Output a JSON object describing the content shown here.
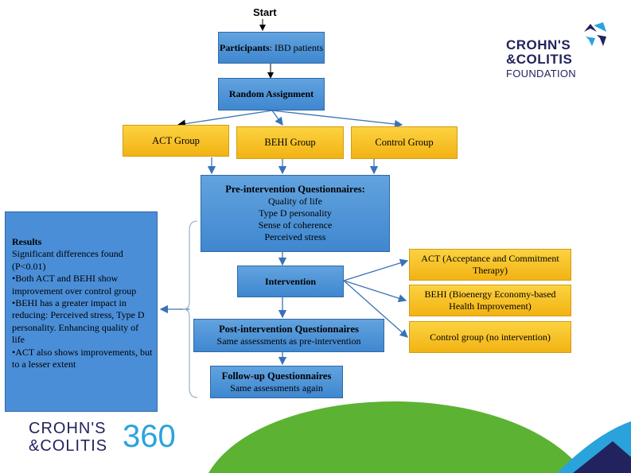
{
  "start": "Start",
  "participants": {
    "label": "Participants",
    "text": ": IBD patients"
  },
  "random_assignment": "Random Assignment",
  "groups": [
    "ACT Group",
    "BEHI Group",
    "Control Group"
  ],
  "pre": {
    "title": "Pre-intervention Questionnaires:",
    "items": [
      "Quality of life",
      "Type D personality",
      "Sense of coherence",
      "Perceived stress"
    ]
  },
  "intervention": "Intervention",
  "intervention_types": [
    "ACT (Acceptance and Commitment Therapy)",
    "BEHI (Bioenergy Economy-based Health Improvement)",
    "Control group (no intervention)"
  ],
  "post": {
    "title": "Post-intervention Questionnaires",
    "text": "Same assessments as pre-intervention"
  },
  "followup": {
    "title": "Follow-up Questionnaires",
    "text": "Same assessments again"
  },
  "results": {
    "title": "Results",
    "lines": [
      "Significant differences found (P<0.01)",
      "•Both ACT and BEHI show improvement over  control group",
      "•BEHI has a greater impact in reducing: Perceived stress, Type D personality. Enhancing quality of life",
      "•ACT also shows improvements, but to a lesser extent"
    ]
  },
  "logos": {
    "top": {
      "line1": "CROHN'S",
      "line2": "&COLITIS",
      "line3": "FOUNDATION"
    },
    "bottom": {
      "line1": "CROHN'S",
      "line2": "&COLITIS",
      "number": "360"
    }
  },
  "colors": {
    "box_blue": "#4a8ed8",
    "box_gold": "#f6c22a",
    "logo_navy": "#22235e",
    "logo_teal": "#2aa3dc",
    "wave_green": "#5cb233"
  }
}
